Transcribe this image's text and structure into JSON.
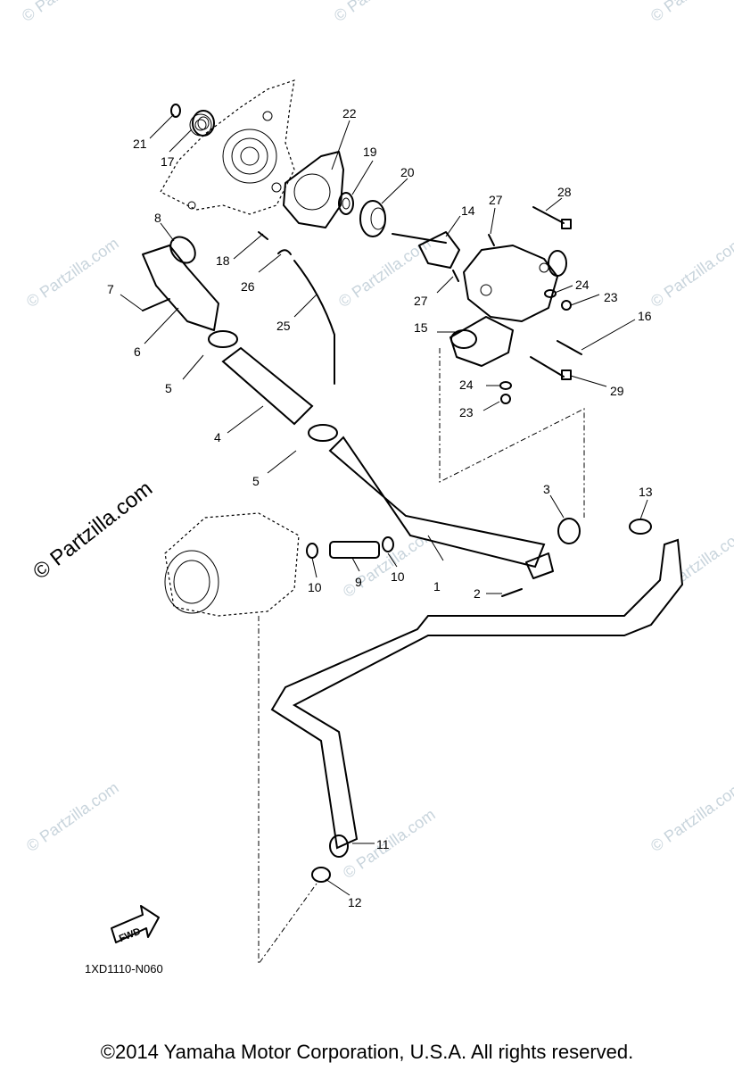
{
  "watermark": "© Partzilla.com",
  "callouts": [
    "1",
    "2",
    "3",
    "4",
    "5",
    "5",
    "6",
    "7",
    "8",
    "9",
    "10",
    "10",
    "11",
    "12",
    "13",
    "14",
    "15",
    "16",
    "17",
    "18",
    "19",
    "20",
    "21",
    "22",
    "23",
    "23",
    "24",
    "24",
    "25",
    "26",
    "27",
    "27",
    "28",
    "29"
  ],
  "fwd_label": "FWD",
  "diagram_code": "1XD1110-N060",
  "copyright": "©2014  Yamaha Motor Corporation, U.S.A. All rights reserved.",
  "colors": {
    "watermark": "#c8d4dc",
    "line": "#000000",
    "background": "#ffffff"
  }
}
